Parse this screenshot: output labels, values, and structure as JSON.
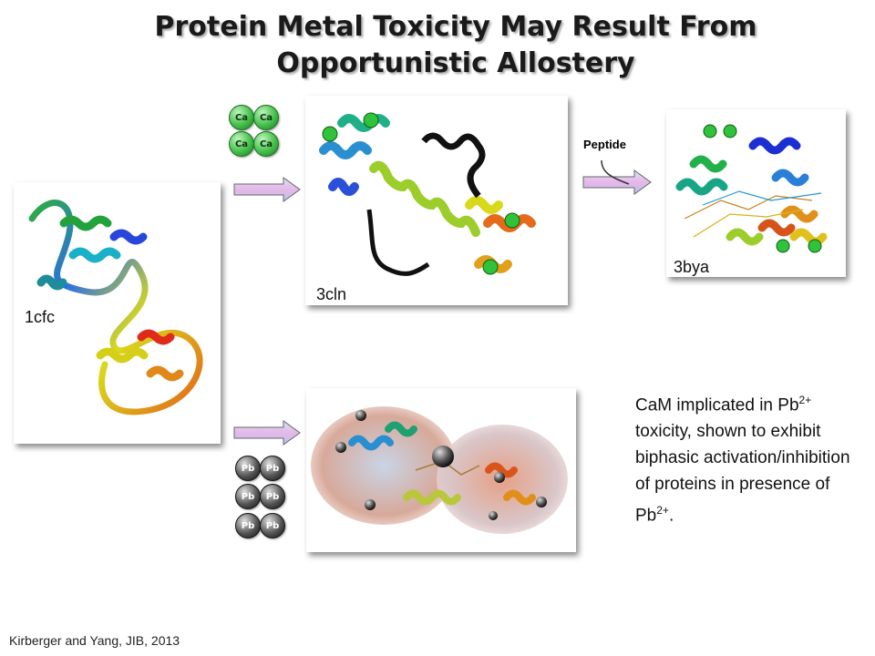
{
  "title": {
    "line1": "Protein Metal Toxicity May Result From",
    "line2": "Opportunistic Allostery"
  },
  "structures": {
    "left": "1cfc",
    "calcium_bound": "3cln",
    "peptide_bound": "3bya"
  },
  "ions": {
    "calcium": [
      "Ca",
      "Ca",
      "Ca",
      "Ca"
    ],
    "lead": [
      "Pb",
      "Pb",
      "Pb",
      "Pb",
      "Pb",
      "Pb"
    ]
  },
  "peptide_label": "Peptide",
  "description": {
    "part1": "CaM implicated in Pb",
    "sup1": "2+",
    "part2": " toxicity, shown to exhibit biphasic activation/inhibition of proteins in presence of Pb",
    "sup2": "2+",
    "part3": "."
  },
  "citation": "Kirberger and Yang, JIB, 2013",
  "colors": {
    "calcium": "#44c04a",
    "lead": "#444444",
    "arrow_fill": "#e7b6e8"
  }
}
